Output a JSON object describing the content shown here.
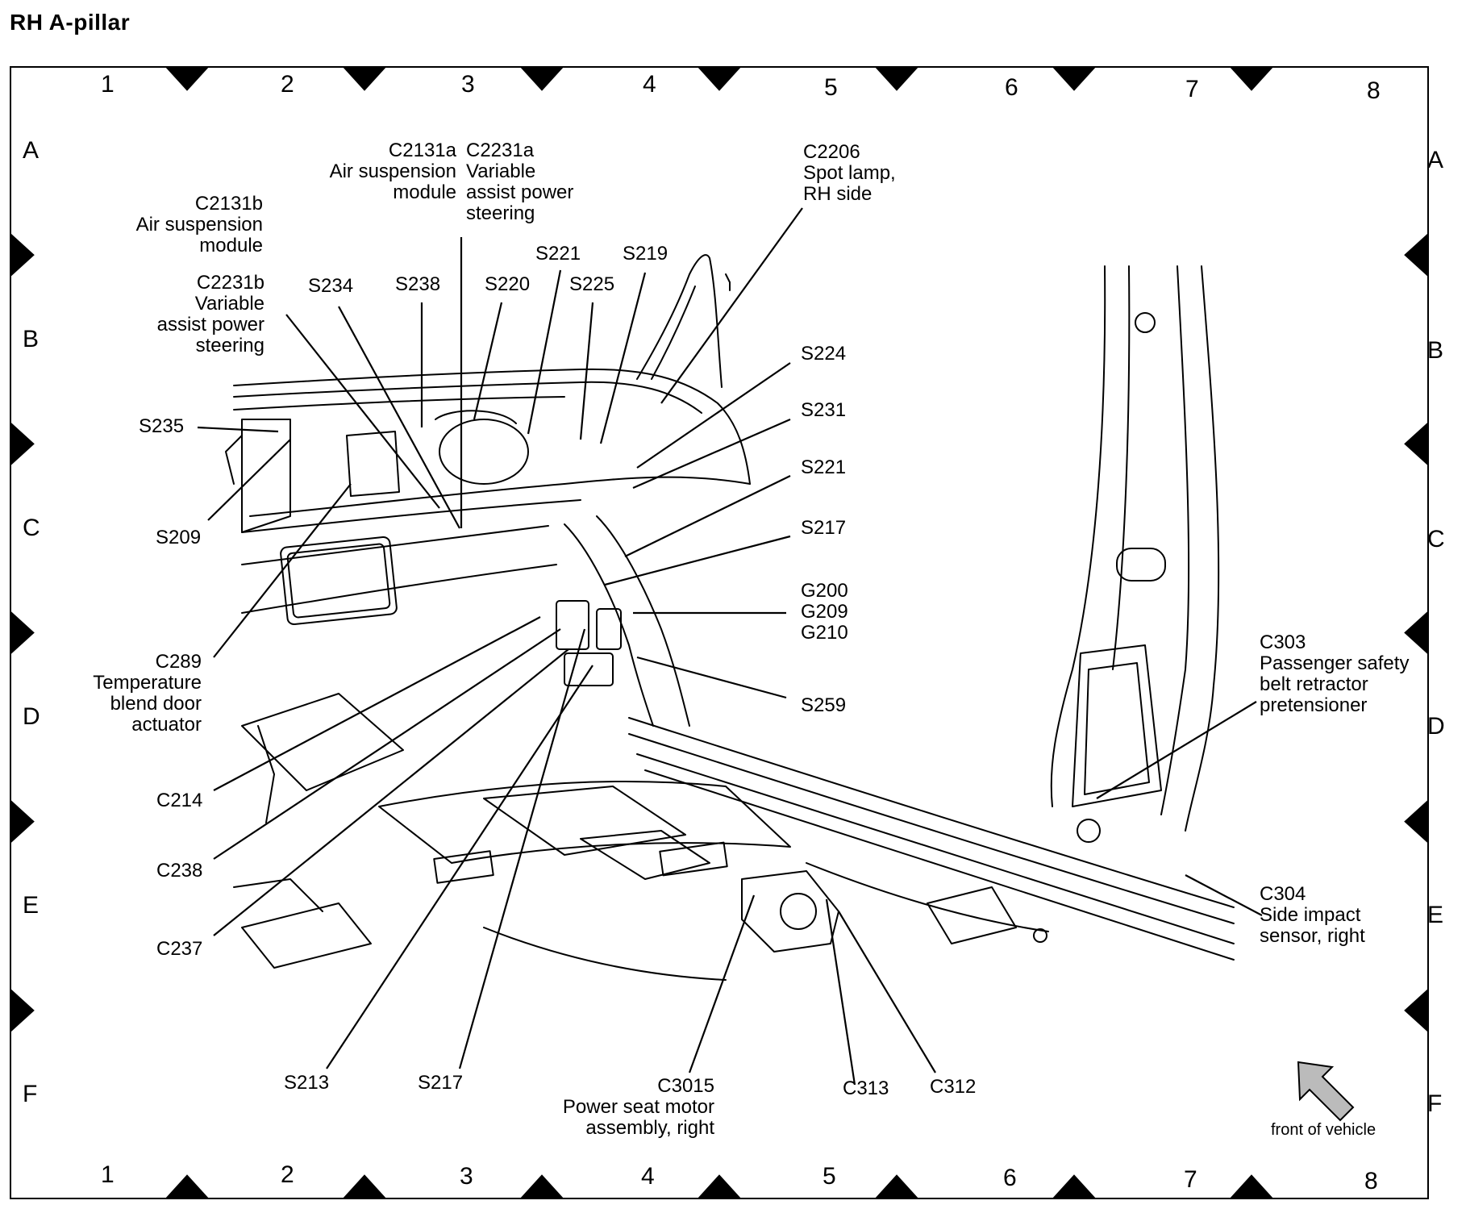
{
  "title": "RH  A-pillar",
  "grid": {
    "columns": [
      "1",
      "2",
      "3",
      "4",
      "5",
      "6",
      "7",
      "8"
    ],
    "rows": [
      "A",
      "B",
      "C",
      "D",
      "E",
      "F"
    ]
  },
  "callouts": [
    {
      "id": "c2131a",
      "lines": [
        "C2131a",
        "Air suspension",
        "module"
      ]
    },
    {
      "id": "c2231a",
      "lines": [
        "C2231a",
        "Variable",
        "assist power",
        "steering"
      ]
    },
    {
      "id": "c2206",
      "lines": [
        "C2206",
        "Spot lamp,",
        "RH side"
      ]
    },
    {
      "id": "c2131b",
      "lines": [
        "C2131b",
        "Air suspension",
        "module"
      ]
    },
    {
      "id": "c2231b",
      "lines": [
        "C2231b",
        "Variable",
        "assist power",
        "steering"
      ]
    },
    {
      "id": "s234",
      "lines": [
        "S234"
      ]
    },
    {
      "id": "s238",
      "lines": [
        "S238"
      ]
    },
    {
      "id": "s220",
      "lines": [
        "S220"
      ]
    },
    {
      "id": "s221-top",
      "lines": [
        "S221"
      ]
    },
    {
      "id": "s225",
      "lines": [
        "S225"
      ]
    },
    {
      "id": "s219",
      "lines": [
        "S219"
      ]
    },
    {
      "id": "s224",
      "lines": [
        "S224"
      ]
    },
    {
      "id": "s231",
      "lines": [
        "S231"
      ]
    },
    {
      "id": "s221-right",
      "lines": [
        "S221"
      ]
    },
    {
      "id": "s217-right",
      "lines": [
        "S217"
      ]
    },
    {
      "id": "g200",
      "lines": [
        "G200",
        "G209",
        "G210"
      ]
    },
    {
      "id": "s259",
      "lines": [
        "S259"
      ]
    },
    {
      "id": "s235",
      "lines": [
        "S235"
      ]
    },
    {
      "id": "s209",
      "lines": [
        "S209"
      ]
    },
    {
      "id": "c289",
      "lines": [
        "C289",
        "Temperature",
        "blend door",
        "actuator"
      ]
    },
    {
      "id": "c214",
      "lines": [
        "C214"
      ]
    },
    {
      "id": "c238",
      "lines": [
        "C238"
      ]
    },
    {
      "id": "c237",
      "lines": [
        "C237"
      ]
    },
    {
      "id": "s213",
      "lines": [
        "S213"
      ]
    },
    {
      "id": "s217-bottom",
      "lines": [
        "S217"
      ]
    },
    {
      "id": "c3015",
      "lines": [
        "C3015",
        "Power seat motor",
        "assembly, right"
      ]
    },
    {
      "id": "c313",
      "lines": [
        "C313"
      ]
    },
    {
      "id": "c312",
      "lines": [
        "C312"
      ]
    },
    {
      "id": "c303",
      "lines": [
        "C303",
        "Passenger safety",
        "belt retractor",
        "pretensioner"
      ]
    },
    {
      "id": "c304",
      "lines": [
        "C304",
        "Side impact",
        "sensor, right"
      ]
    }
  ],
  "orientation": {
    "label": "front of vehicle",
    "icon": "arrow-up-left-icon"
  }
}
